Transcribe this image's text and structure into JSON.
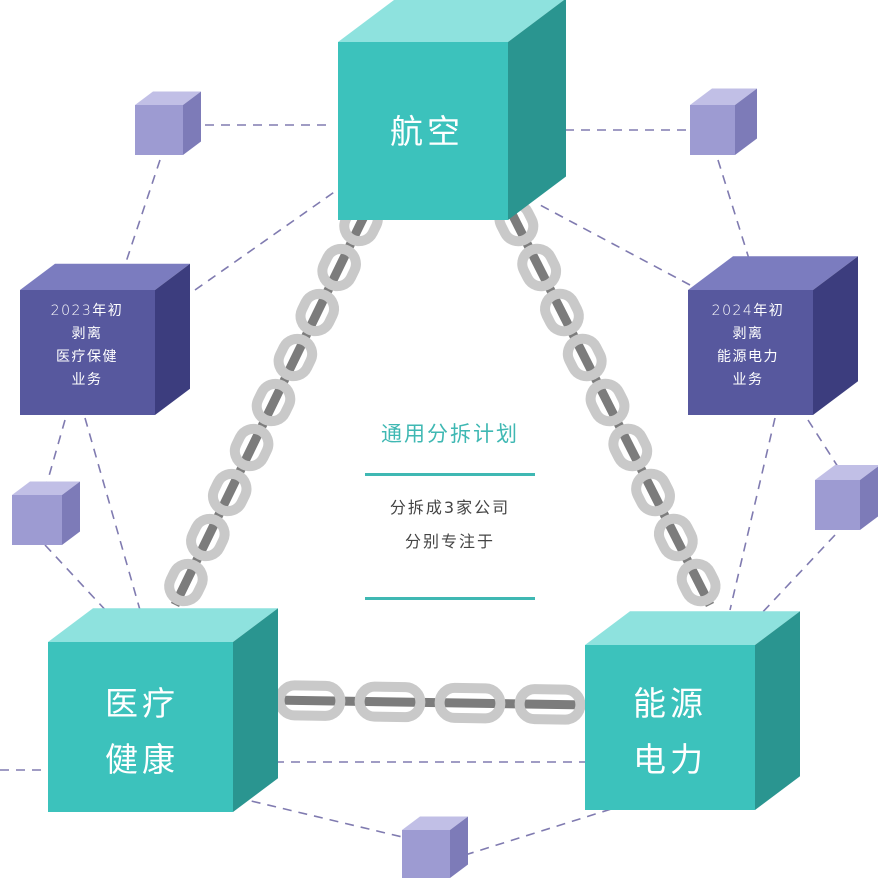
{
  "colors": {
    "teal_front": "#3cc2bc",
    "teal_top": "#8ee2de",
    "teal_side": "#2a9590",
    "purple_front": "#57589e",
    "purple_top": "#7b7cbf",
    "purple_side": "#3c3d7e",
    "small_cube_front": "#9d9bd2",
    "small_cube_top": "#c1bfe6",
    "small_cube_side": "#7d7bb8",
    "chain_link": "#c9c9c9",
    "chain_bar": "#7c7c7c",
    "dashed_line": "#6a64a3",
    "accent_text": "#3fb8b3",
    "body_text": "#444444"
  },
  "main_cubes": {
    "aviation": "航空",
    "healthcare": "医疗\n健康",
    "energy": "能源\n电力"
  },
  "notes": {
    "healthcare_spin": "2023年初\n剥离\n医疗保健\n业务",
    "energy_spin": "2024年初\n剥离\n能源电力\n业务"
  },
  "center": {
    "title": "通用分拆计划",
    "line1": "分拆成3家公司",
    "line2": "分别专注于"
  }
}
